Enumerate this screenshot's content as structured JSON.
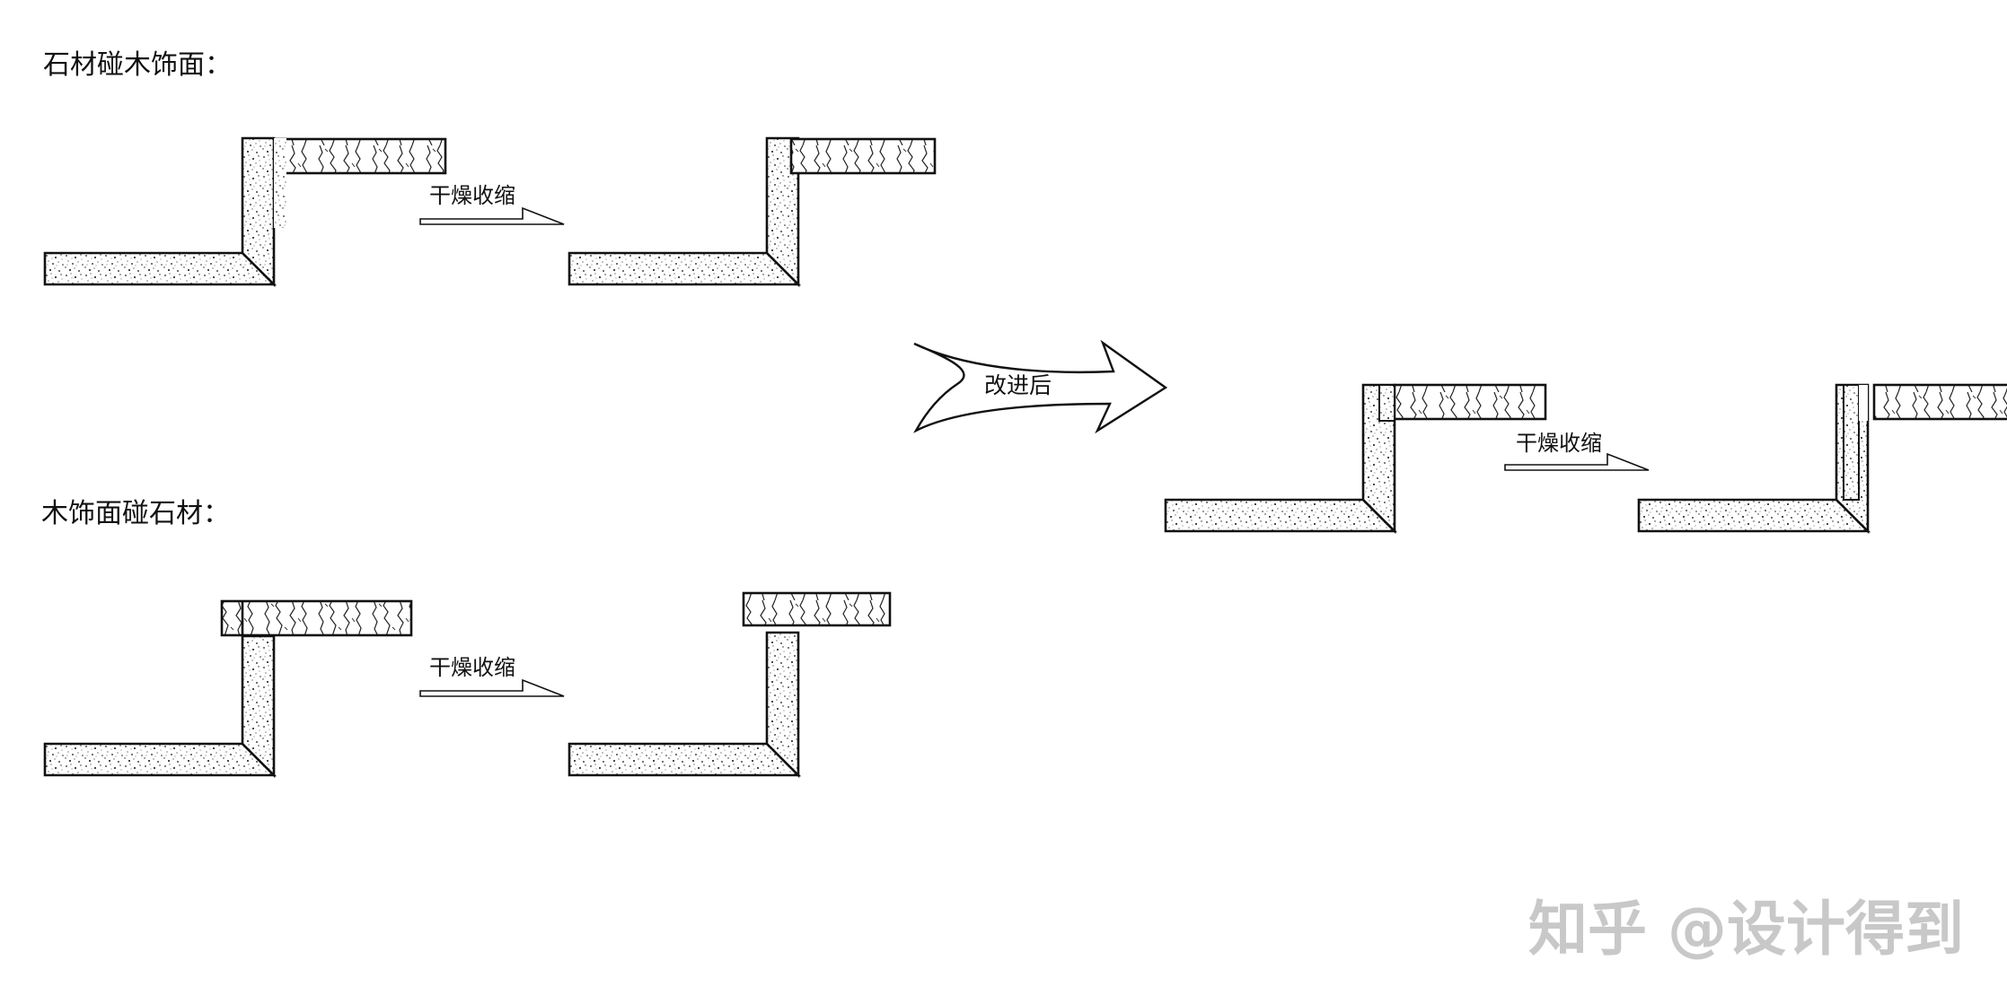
{
  "sections": {
    "stone_meets_wood": "石材碰木饰面：",
    "wood_meets_stone": "木饰面碰石材："
  },
  "arrows": {
    "drying_shrinkage": "干燥收缩",
    "improved": "改进后"
  },
  "watermark": "知乎 @设计得到",
  "colors": {
    "line": "#111111",
    "stone_fill": "#ffffff",
    "watermark": "#c8c8c8"
  }
}
